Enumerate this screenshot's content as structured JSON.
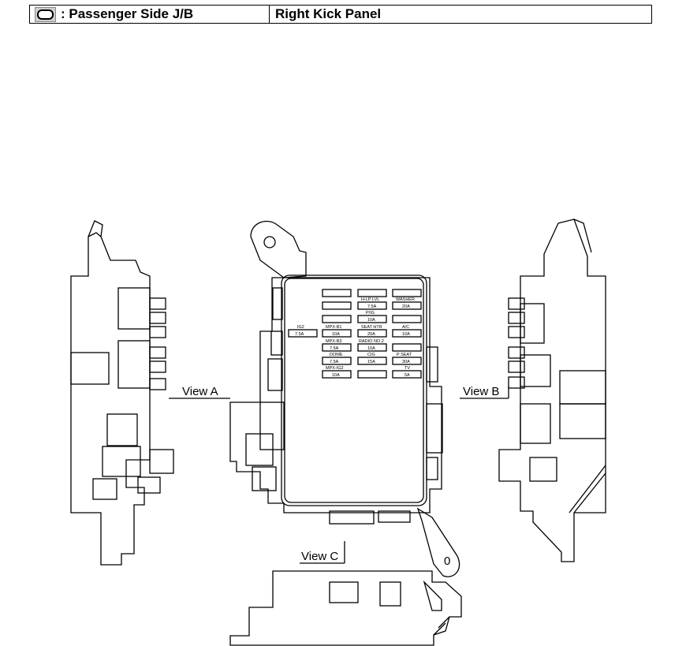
{
  "header": {
    "legend_symbol": "oval-icon",
    "legend_label": ": Passenger Side J/B",
    "location": "Right Kick Panel"
  },
  "views": {
    "a": "View A",
    "b": "View B",
    "c": "View C"
  },
  "fuses": {
    "ig2": "IG2",
    "ig2_amp": "7.5A",
    "headlvl": "H-LP LVL",
    "headlvl_amp": "7.5A",
    "wash": "WASHER",
    "wash_amp": "20A",
    "pig": "P/IG",
    "pig_amp": "10A",
    "mpxb1": "MPX-B1",
    "mpxb1_amp": "10A",
    "seat": "SEAT HTR",
    "seat_amp": "20A",
    "ac": "A/C",
    "ac_amp": "10A",
    "mpxb3": "MPX-B3",
    "mpxb3_amp": "7.5A",
    "radio": "RADIO NO.2",
    "radio_amp": "10A",
    "dome": "DOME",
    "dome_amp": "7.5A",
    "cig": "CIG",
    "cig_amp": "15A",
    "pseat": "P SEAT",
    "pseat_amp": "30A",
    "mpx2": "MPX-IG2",
    "mpx2_amp": "10A",
    "tv": "TV",
    "tv_amp": "5A"
  }
}
